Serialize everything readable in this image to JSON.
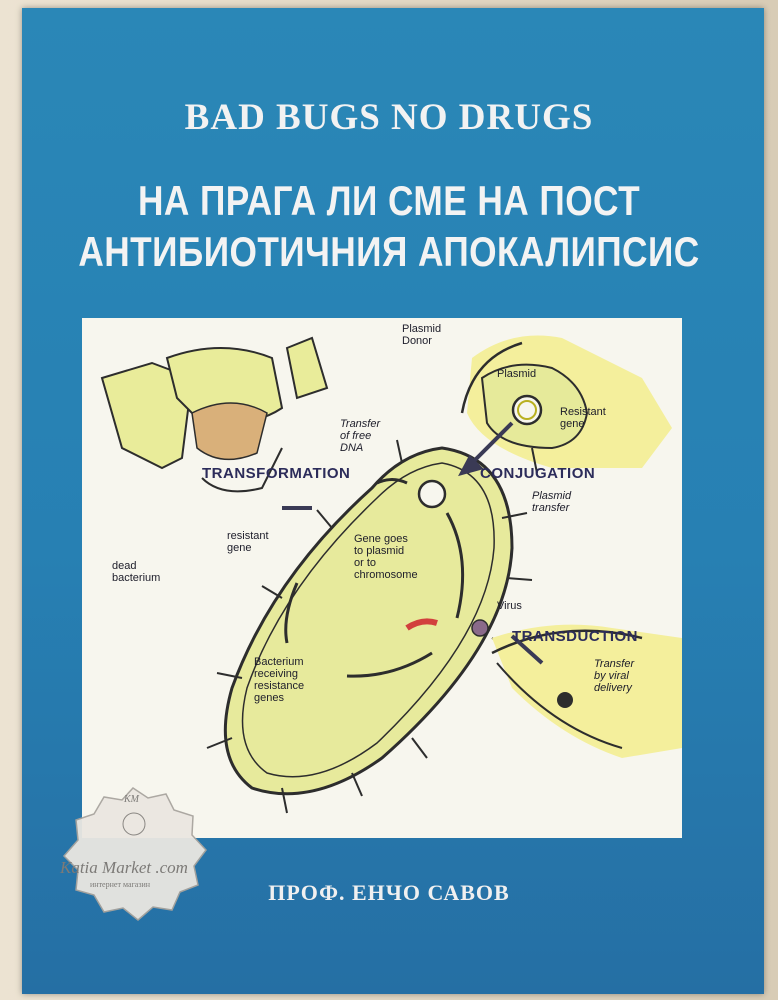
{
  "cover": {
    "title_en": "BAD BUGS NO DRUGS",
    "title_bg_line1": "НА ПРАГА ЛИ СМЕ НА ПОСТ",
    "title_bg_line2": "АНТИБИОТИЧНИЯ АПОКАЛИПСИС",
    "author": "ПРОФ. ЕНЧО САВОВ",
    "background_color": "#2a87b7",
    "title_color": "#f3f3f3"
  },
  "figure": {
    "plasmid_donor": "Plasmid\nDonor",
    "plasmid": "Plasmid",
    "resistant_gene_top": "Resistant\ngene",
    "transfer_free_dna": "Transfer\nof free\nDNA",
    "transformation": "TRANSFORMATION",
    "conjugation": "CONJUGATION",
    "plasmid_transfer": "Plasmid\ntransfer",
    "resistant_gene_left": "resistant\ngene",
    "dead_bacterium": "dead\nbacterium",
    "gene_goes": "Gene goes\nto plasmid\nor to\nchromosome",
    "virus": "Virus",
    "transduction": "TRANSDUCTION",
    "transfer_viral": "Transfer\nby viral\ndelivery",
    "bacterium_receiving": "Bacterium\nreceiving\nresistance\ngenes"
  },
  "watermark": {
    "monogram": "KM",
    "brand": "Katia Market .com",
    "tagline": "интернет магазин"
  }
}
